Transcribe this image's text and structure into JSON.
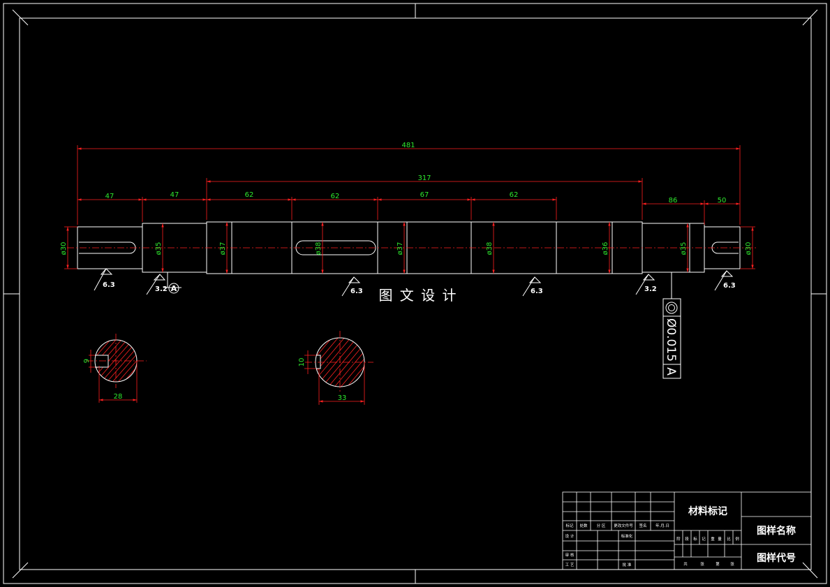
{
  "drawing": {
    "watermark": "图 文 设 计",
    "length_dims": {
      "total": "481",
      "middle": "317",
      "segments": [
        "47",
        "47",
        "62",
        "62",
        "67",
        "62",
        "86",
        "50"
      ]
    },
    "diameter_dims": [
      "ø30",
      "ø35",
      "ø37",
      "ø38",
      "ø37",
      "ø38",
      "ø36",
      "ø35",
      "ø30"
    ],
    "roughness": [
      "6.3",
      "3.2",
      "6.3",
      "6.3",
      "3.2",
      "6.3"
    ],
    "datum_label": "A",
    "tolerance": {
      "value": "Ø0.015",
      "datum": "A"
    },
    "sections": [
      {
        "keyway_depth": "9",
        "width_dim": "28"
      },
      {
        "keyway_depth": "10",
        "width_dim": "33"
      }
    ]
  },
  "title_block": {
    "material_mark": "材料标记",
    "drawing_name": "图样名称",
    "drawing_code": "图样代号",
    "header_cells": [
      "标记",
      "处数",
      "分 区",
      "更改文件号",
      "签名",
      "年.月.日"
    ],
    "design": "设 计",
    "standardization": "标准化",
    "review": "审 核",
    "process": "工 艺",
    "approve": "批 准",
    "stage_cells": [
      "阶",
      "段",
      "标",
      "记",
      "重",
      "量",
      "比",
      "例"
    ],
    "sheet_cells": [
      "共",
      "张",
      "第",
      "张"
    ]
  },
  "colors": {
    "background": "#000000",
    "part_lines": "#ffffff",
    "dimension_lines": "#ff2020",
    "dimension_text": "#2ee82e"
  }
}
